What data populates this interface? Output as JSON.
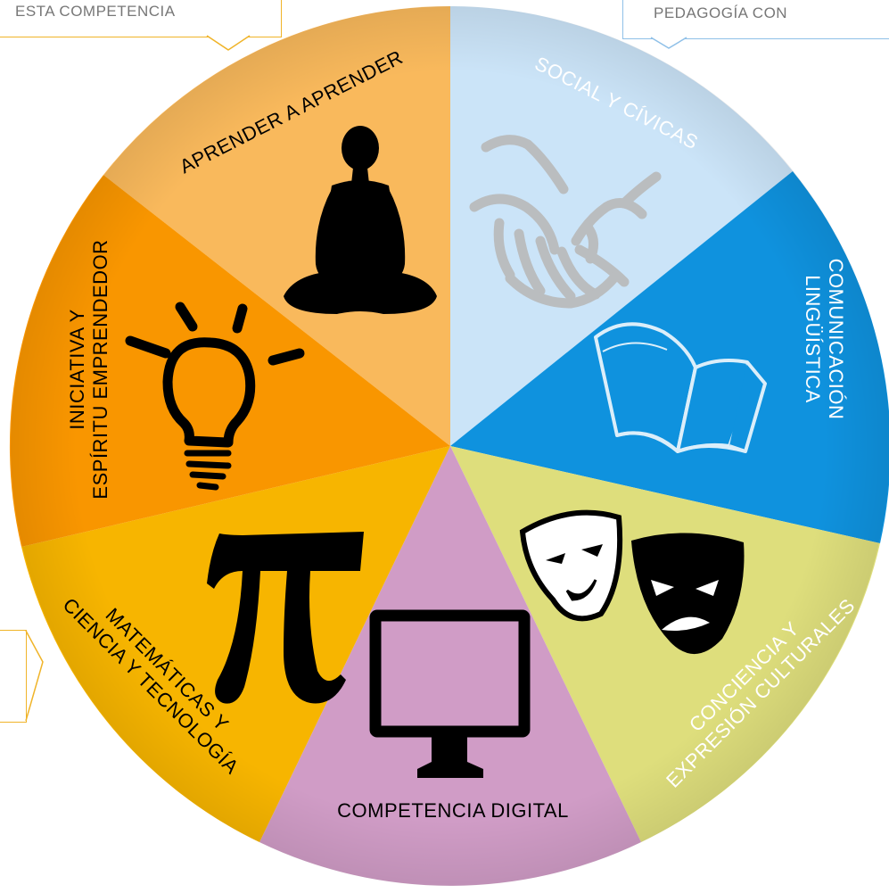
{
  "callouts": {
    "top_left": {
      "text": "ESTA COMPETENCIA"
    },
    "top_right": {
      "text": "PEDAGOGÍA CON"
    }
  },
  "wheel": {
    "segments": [
      {
        "label": "APRENDER A APRENDER",
        "color": "#f9b95c",
        "icon": "meditating-person-icon"
      },
      {
        "label": "SOCIAL Y CÍVICAS",
        "color": "#cbe4f8",
        "icon": "handshake-icon"
      },
      {
        "label_lines": [
          "COMUNICACIÓN",
          "LINGÜÍSTICA"
        ],
        "color": "#0f92de",
        "icon": "open-book-icon"
      },
      {
        "label_lines": [
          "CONCIENCIA Y",
          "EXPRESIÓN CULTURALES"
        ],
        "color": "#dede7c",
        "icon": "theater-masks-icon"
      },
      {
        "label": "COMPETENCIA DIGITAL",
        "color": "#d09cc6",
        "icon": "monitor-icon"
      },
      {
        "label_lines": [
          "MATEMÁTICAS Y",
          "CIENCIA Y TECNOLOGÍA"
        ],
        "color": "#f7b500",
        "icon": "pi-icon"
      },
      {
        "label_lines": [
          "INICIATIVA Y",
          "ESPÍRITU EMPRENDEDOR"
        ],
        "color": "#f99600",
        "icon": "lightbulb-icon"
      }
    ]
  }
}
